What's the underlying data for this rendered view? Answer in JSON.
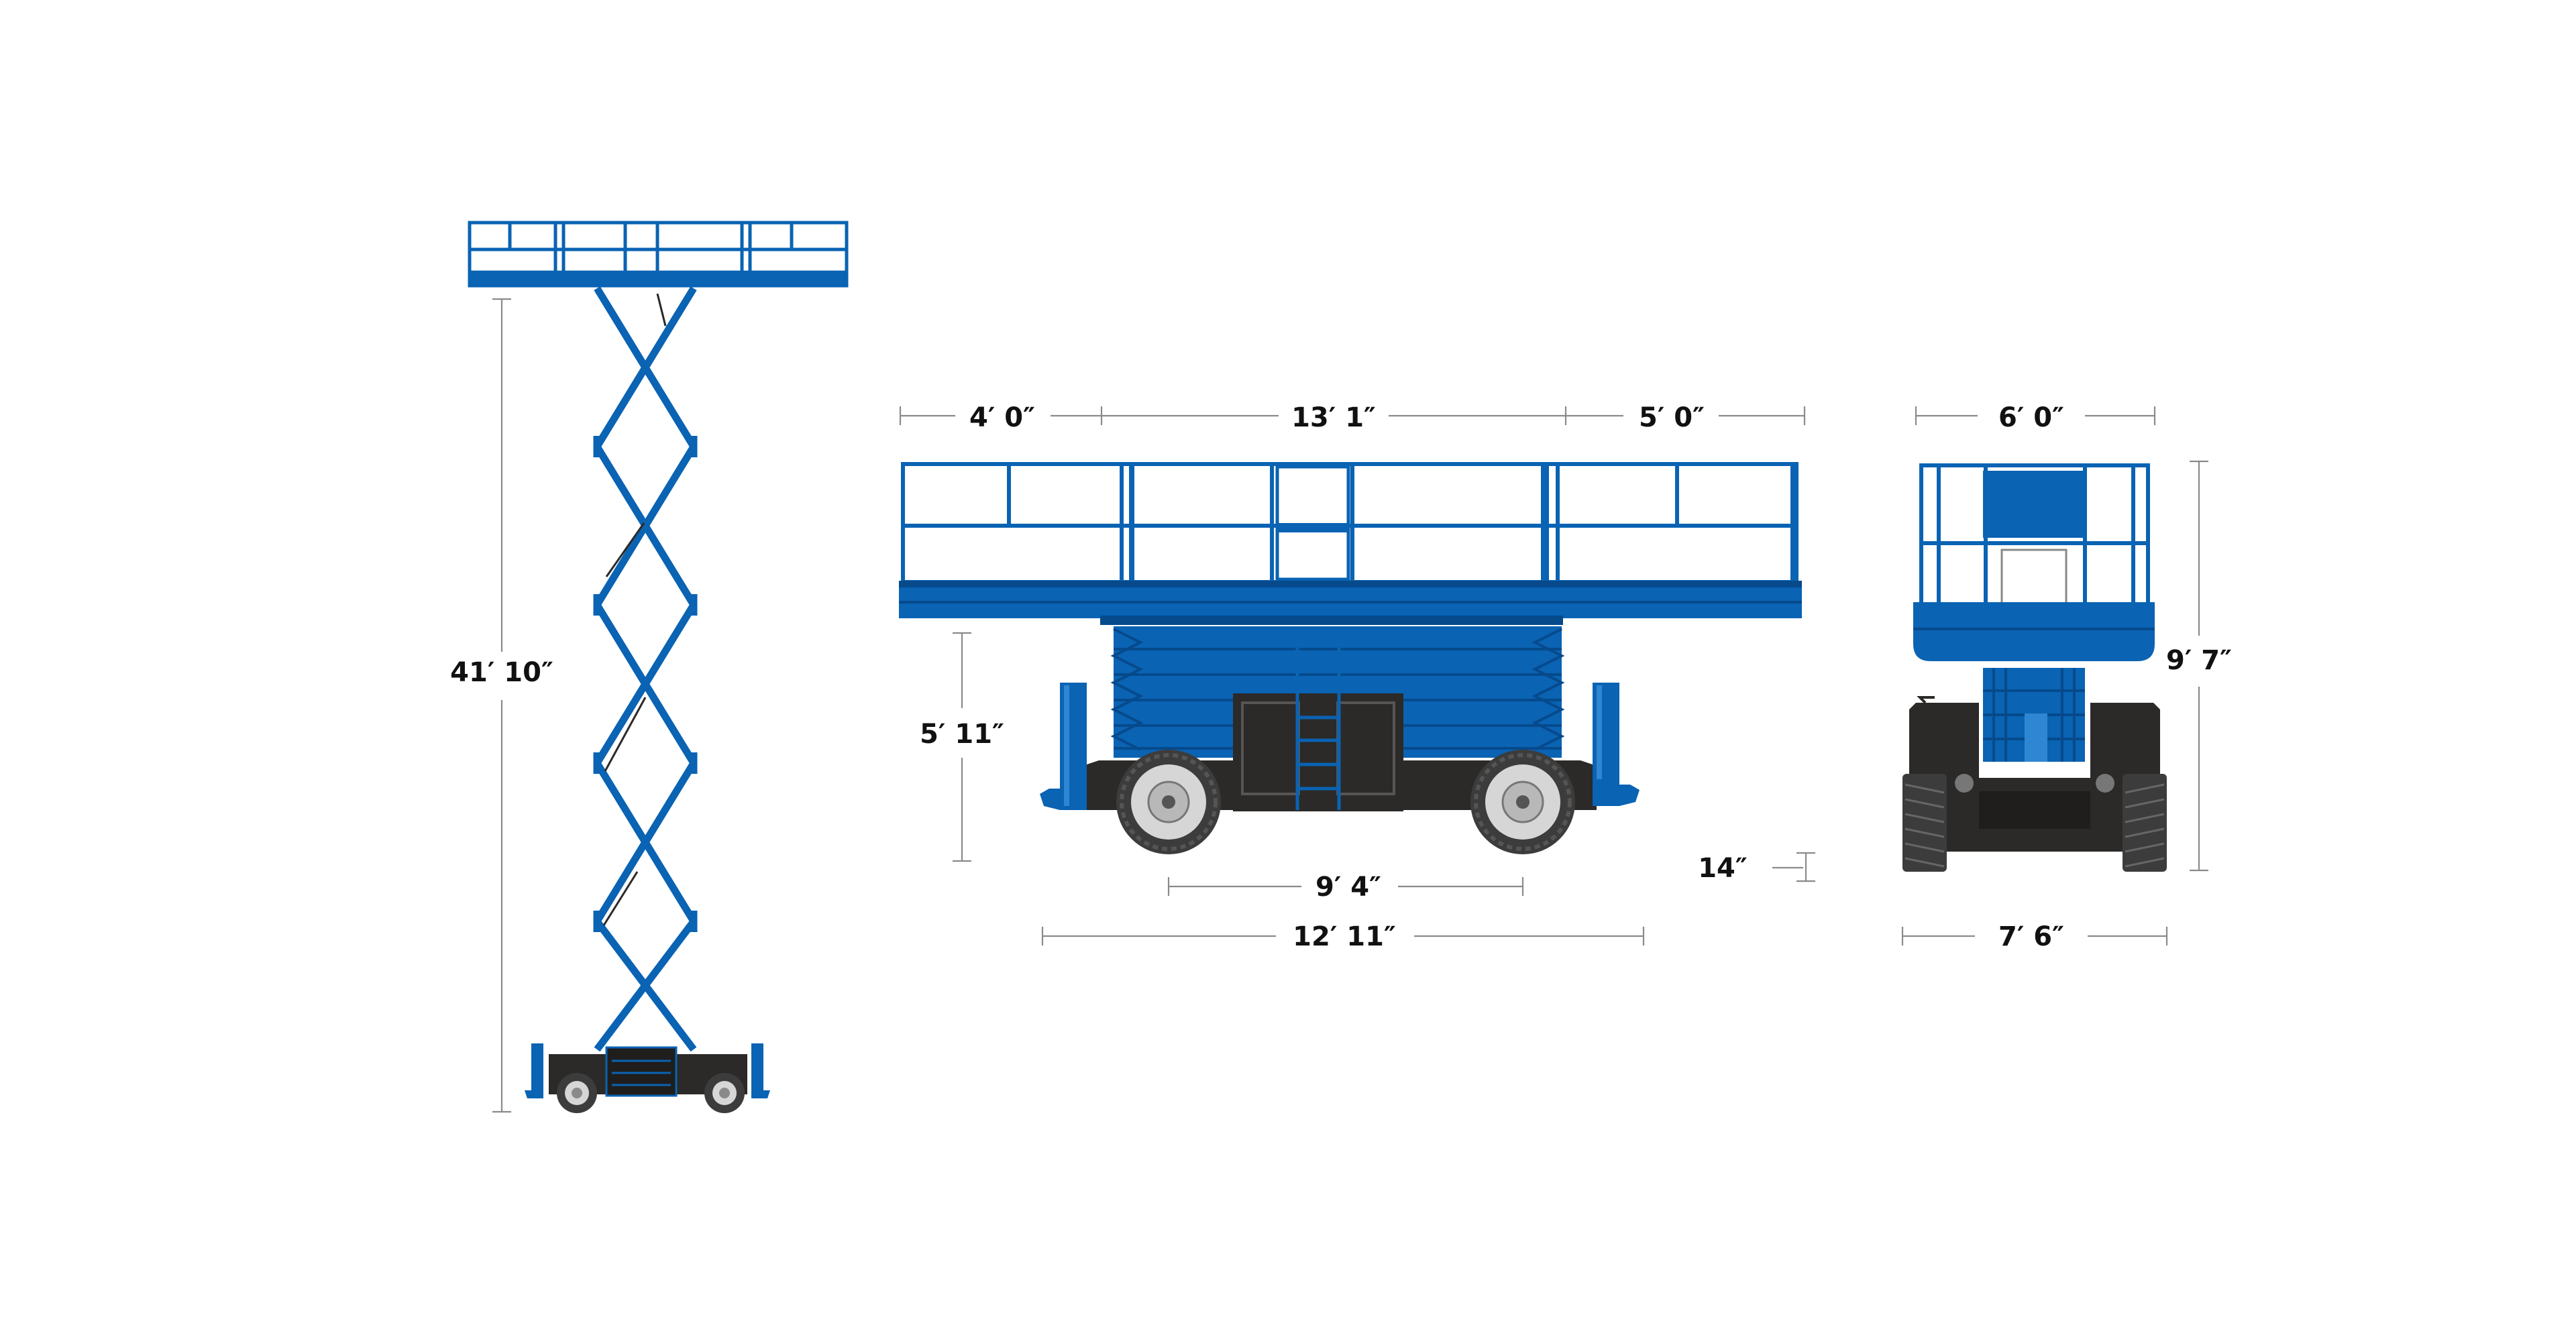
{
  "colors": {
    "machine_blue": "#0a63b3",
    "blue_dark": "#064a8c",
    "blue_light": "#2f86d3",
    "chassis": "#2b2a28",
    "tire": "#3c3c3c",
    "wheel_hub": "#d6d6d6",
    "dimension_line": "#8a8a8a",
    "text": "#111111",
    "background": "#ffffff"
  },
  "views": {
    "raised_side": {
      "overall_height": "41′ 10″"
    },
    "stowed_side": {
      "deck_extension_front": "4′ 0″",
      "platform_length": "13′ 1″",
      "deck_extension_rear": "5′ 0″",
      "platform_height": "5′ 11″",
      "wheelbase": "9′ 4″",
      "overall_length": "12′ 11″",
      "ground_clearance": "14″"
    },
    "stowed_rear": {
      "platform_width": "6′ 0″",
      "stowed_height": "9′ 7″",
      "overall_width": "7′ 6″"
    }
  }
}
